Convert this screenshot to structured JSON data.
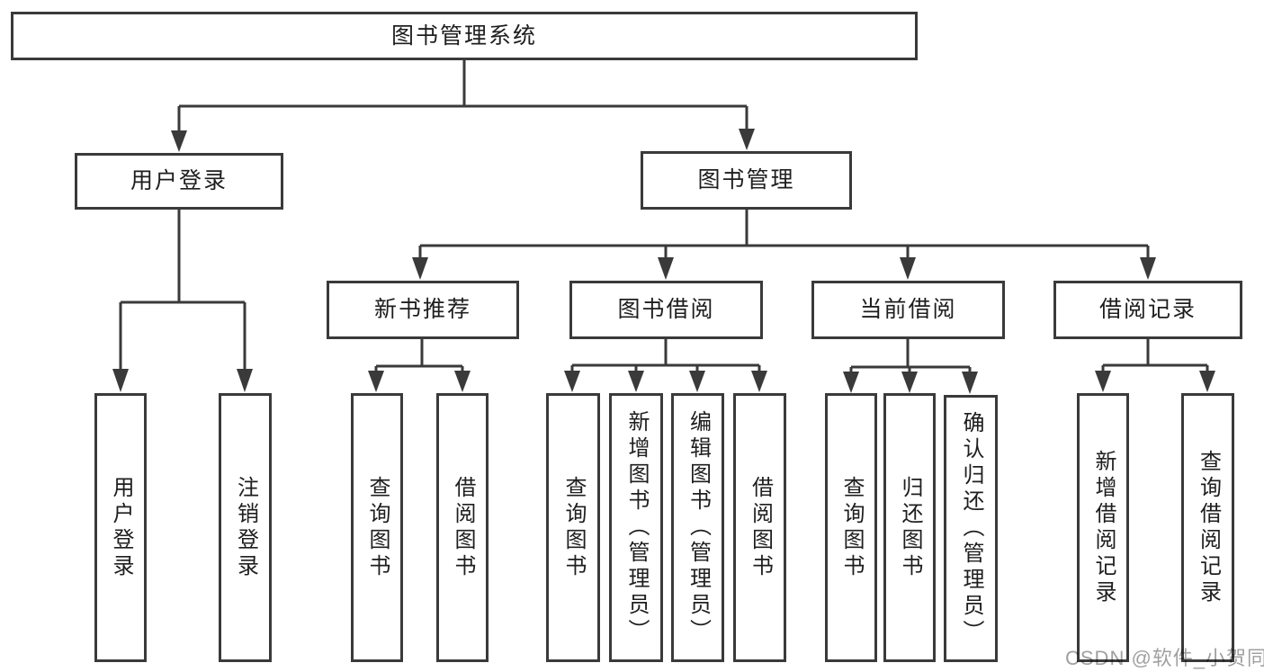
{
  "diagram": {
    "root": {
      "label": "图书管理系统"
    },
    "user_login": {
      "label": "用户登录",
      "children": [
        {
          "label": "用户登录"
        },
        {
          "label": "注销登录"
        }
      ]
    },
    "book_mgmt": {
      "label": "图书管理",
      "sections": [
        {
          "label": "新书推荐",
          "children": [
            {
              "label": "查询图书"
            },
            {
              "label": "借阅图书"
            }
          ]
        },
        {
          "label": "图书借阅",
          "children": [
            {
              "label": "查询图书"
            },
            {
              "label": "新增图书（管理员）"
            },
            {
              "label": "编辑图书（管理员）"
            },
            {
              "label": "借阅图书"
            }
          ]
        },
        {
          "label": "当前借阅",
          "children": [
            {
              "label": "查询图书"
            },
            {
              "label": "归还图书"
            },
            {
              "label": "确认归还（管理员）"
            }
          ]
        },
        {
          "label": "借阅记录",
          "children": [
            {
              "label": "新增借阅记录"
            },
            {
              "label": "查询借阅记录"
            }
          ]
        }
      ]
    }
  },
  "watermark": {
    "text": "CSDN @软件_小贺同学"
  },
  "colors": {
    "background": "#ffffff",
    "line": "#3a3a3a",
    "box_border": "#3a3a3a",
    "text": "#1e1e1e",
    "watermark": "#a0a0a0"
  }
}
